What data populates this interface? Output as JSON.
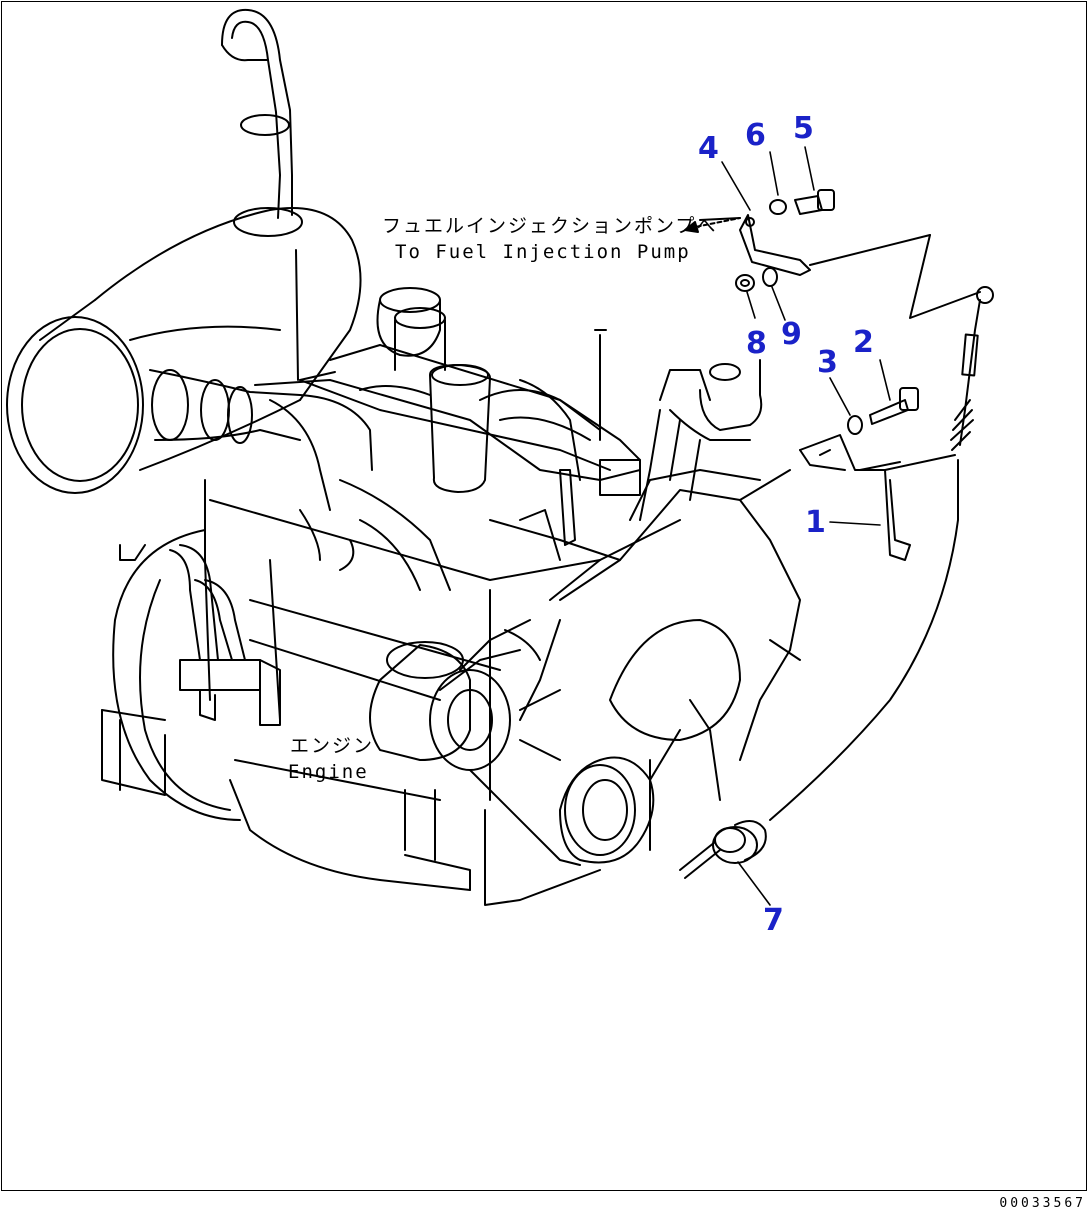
{
  "labels": {
    "pump_jp": "フュエルインジェクションポンプへ",
    "pump_en": "To Fuel Injection Pump",
    "engine_jp": "エンジン",
    "engine_en": "Engine"
  },
  "callouts": [
    {
      "id": "1",
      "text": "1"
    },
    {
      "id": "2",
      "text": "2"
    },
    {
      "id": "3",
      "text": "3"
    },
    {
      "id": "4",
      "text": "4"
    },
    {
      "id": "5",
      "text": "5"
    },
    {
      "id": "6",
      "text": "6"
    },
    {
      "id": "7",
      "text": "7"
    },
    {
      "id": "8",
      "text": "8"
    },
    {
      "id": "9",
      "text": "9"
    }
  ],
  "figure_number": "00033567",
  "colors": {
    "callout": "#1a22c8",
    "line": "#000000",
    "background": "#ffffff"
  }
}
